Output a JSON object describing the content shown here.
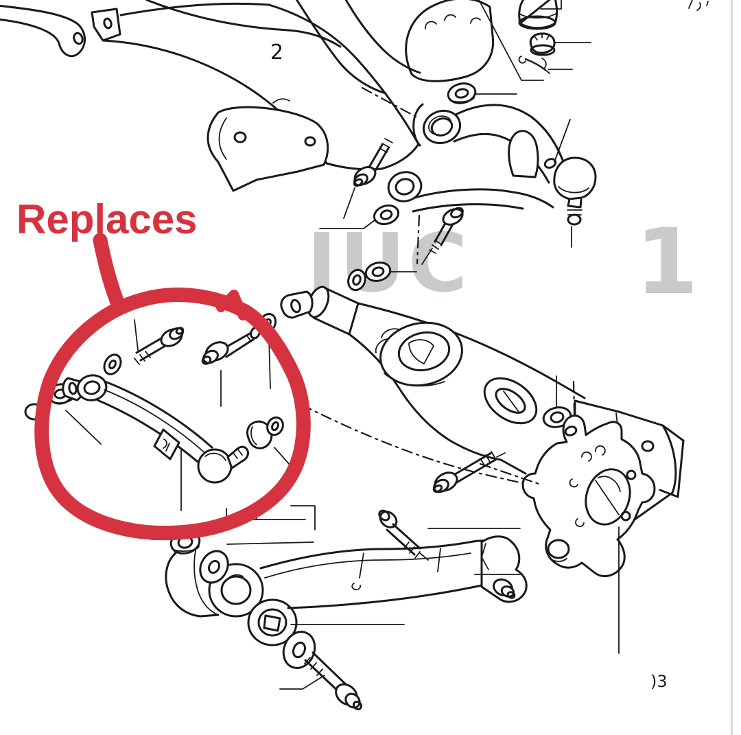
{
  "page": {
    "background": "#ffffff",
    "line_color": "#1a1a1a",
    "edge_line_color": "#d9d9d9",
    "page_number_fragment": ")3"
  },
  "annotation": {
    "label": "Replaces",
    "color": "#d4333f"
  },
  "watermark": {
    "fragment_left": "JUC",
    "fragment_right": "1",
    "color": "#c9cbca"
  },
  "diagram": {
    "callout_label": "2"
  }
}
